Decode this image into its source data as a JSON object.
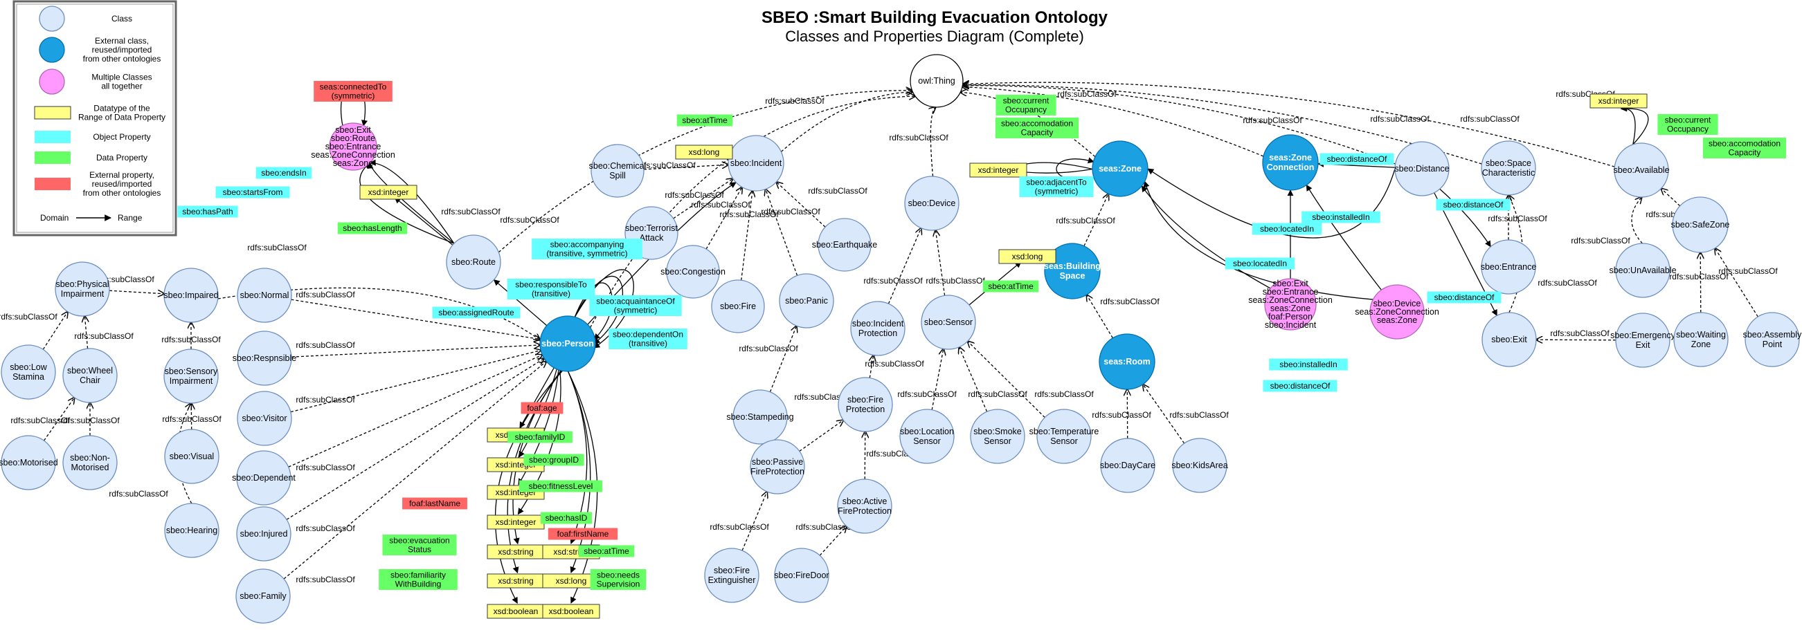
{
  "title": "SBEO :Smart Building Evacuation Ontology",
  "subtitle": "Classes and Properties Diagram (Complete)",
  "colors": {
    "class_fill": "#dae8fc",
    "class_stroke": "#6c8ebf",
    "external_fill": "#1ba1e2",
    "external_stroke": "#006eaf",
    "multi_fill": "#ff99ff",
    "multi_stroke": "#b266b2",
    "datatype_fill": "#ffff88",
    "object_prop_fill": "#66ffff",
    "data_prop_fill": "#66ff66",
    "external_prop_fill": "#ff6666"
  },
  "legend": {
    "items": [
      {
        "kind": "class",
        "text": "Class"
      },
      {
        "kind": "external",
        "text": "External class,\nreused/imported\nfrom other ontologies"
      },
      {
        "kind": "multi",
        "text": "Multiple Classes\nall together"
      },
      {
        "kind": "datatype",
        "text": "Datatype of the\nRange of Data Property"
      },
      {
        "kind": "object",
        "text": "Object Property"
      },
      {
        "kind": "data",
        "text": "Data Property"
      },
      {
        "kind": "extprop",
        "text": "External property,\nreused/imported\nfrom other ontologies"
      }
    ],
    "domain": "Domain",
    "range": "Range"
  },
  "nodes": [
    {
      "id": "owl_thing",
      "label": "owl:Thing",
      "kind": "white"
    },
    {
      "id": "exit_route",
      "label": "sbeo:Exit\nsbeo:Route\nsbeo:Entrance\nseas:ZoneConnection\nseas:Zone",
      "kind": "multi"
    },
    {
      "id": "route",
      "label": "sbeo:Route",
      "kind": "class"
    },
    {
      "id": "person",
      "label": "sbeo:Person",
      "kind": "external"
    },
    {
      "id": "chemical_spill",
      "label": "sbeo:Chemical\nSpill",
      "kind": "class"
    },
    {
      "id": "terrorist",
      "label": "sbeo:Terrorist\nAttack",
      "kind": "class"
    },
    {
      "id": "congestion",
      "label": "sbeo:Congestion",
      "kind": "class"
    },
    {
      "id": "incident",
      "label": "sbeo:Incident",
      "kind": "class"
    },
    {
      "id": "fire",
      "label": "sbeo:Fire",
      "kind": "class"
    },
    {
      "id": "panic",
      "label": "sbeo:Panic",
      "kind": "class"
    },
    {
      "id": "earthquake",
      "label": "sbeo:Earthquake",
      "kind": "class"
    },
    {
      "id": "stampeding",
      "label": "sbeo:Stampeding",
      "kind": "class"
    },
    {
      "id": "device",
      "label": "sbeo:Device",
      "kind": "class"
    },
    {
      "id": "incident_prot",
      "label": "sbeo:Incident\nProtection",
      "kind": "class"
    },
    {
      "id": "sensor",
      "label": "sbeo:Sensor",
      "kind": "class"
    },
    {
      "id": "fire_prot",
      "label": "sbeo:Fire\nProtection",
      "kind": "class"
    },
    {
      "id": "passive_fp",
      "label": "sbeo:Passive\nFireProtection",
      "kind": "class"
    },
    {
      "id": "active_fp",
      "label": "sbeo:Active\nFireProtection",
      "kind": "class"
    },
    {
      "id": "fire_ext",
      "label": "sbeo:Fire\nExtinguisher",
      "kind": "class"
    },
    {
      "id": "firedoor",
      "label": "sbeo:FireDoor",
      "kind": "class"
    },
    {
      "id": "loc_sensor",
      "label": "sbeo:Location\nSensor",
      "kind": "class"
    },
    {
      "id": "smoke_sensor",
      "label": "sbeo:Smoke\nSensor",
      "kind": "class"
    },
    {
      "id": "temp_sensor",
      "label": "sbeo:Temperature\nSensor",
      "kind": "class"
    },
    {
      "id": "zone",
      "label": "seas:Zone",
      "kind": "external"
    },
    {
      "id": "bspace",
      "label": "seas:Building\nSpace",
      "kind": "external"
    },
    {
      "id": "room",
      "label": "seas:Room",
      "kind": "external"
    },
    {
      "id": "daycare",
      "label": "sbeo:DayCare",
      "kind": "class"
    },
    {
      "id": "kidsarea",
      "label": "sbeo:KidsArea",
      "kind": "class"
    },
    {
      "id": "zoneconn",
      "label": "seas:Zone\nConnection",
      "kind": "external"
    },
    {
      "id": "multi_exit2",
      "label": "sbeo:Exit\nsbeo:Entrance\nseas:ZoneConnection\nseas:Zone\nfoaf:Person\nsbeo:Incident",
      "kind": "multi"
    },
    {
      "id": "multi_device",
      "label": "sbeo:Device\nseas:ZoneConnection\nseas:Zone",
      "kind": "multi"
    },
    {
      "id": "distance",
      "label": "sbeo:Distance",
      "kind": "class"
    },
    {
      "id": "space_char",
      "label": "sbeo:Space\nCharacteristic",
      "kind": "class"
    },
    {
      "id": "entrance",
      "label": "sbeo:Entrance",
      "kind": "class"
    },
    {
      "id": "exit",
      "label": "sbeo:Exit",
      "kind": "class"
    },
    {
      "id": "available",
      "label": "sbeo:Available",
      "kind": "class"
    },
    {
      "id": "unavailable",
      "label": "sbeo:UnAvailable",
      "kind": "class"
    },
    {
      "id": "safezone",
      "label": "sbeo:SafeZone",
      "kind": "class"
    },
    {
      "id": "emergency_exit",
      "label": "sbeo:Emergency\nExit",
      "kind": "class"
    },
    {
      "id": "waiting_zone",
      "label": "sbeo:Waiting\nZone",
      "kind": "class"
    },
    {
      "id": "assembly",
      "label": "sbeo:Assembly\nPoint",
      "kind": "class"
    },
    {
      "id": "phys_imp",
      "label": "sbeo:Physical\nImpairment",
      "kind": "class"
    },
    {
      "id": "impaired",
      "label": "sbeo:Impaired",
      "kind": "class"
    },
    {
      "id": "normal",
      "label": "sbeo:Normal",
      "kind": "class"
    },
    {
      "id": "low_stamina",
      "label": "sbeo:Low\nStamina",
      "kind": "class"
    },
    {
      "id": "wheelchair",
      "label": "sbeo:Wheel\nChair",
      "kind": "class"
    },
    {
      "id": "sensory_imp",
      "label": "sbeo:Sensory\nImpairment",
      "kind": "class"
    },
    {
      "id": "responsible",
      "label": "sbeo:Respnsible",
      "kind": "class"
    },
    {
      "id": "motorised",
      "label": "sbeo:Motorised",
      "kind": "class"
    },
    {
      "id": "nonmotorised",
      "label": "sbeo:Non-\nMotorised",
      "kind": "class"
    },
    {
      "id": "visual",
      "label": "sbeo:Visual",
      "kind": "class"
    },
    {
      "id": "visitor",
      "label": "sbeo:Visitor",
      "kind": "class"
    },
    {
      "id": "dependent",
      "label": "sbeo:Dependent",
      "kind": "class"
    },
    {
      "id": "hearing",
      "label": "sbeo:Hearing",
      "kind": "class"
    },
    {
      "id": "injured",
      "label": "sbeo:Injured",
      "kind": "class"
    },
    {
      "id": "family",
      "label": "sbeo:Family",
      "kind": "class"
    }
  ],
  "datatypes": [
    {
      "id": "dt_long1",
      "label": "xsd:long"
    },
    {
      "id": "dt_int_route",
      "label": "xsd:integer"
    },
    {
      "id": "dt_int_zone",
      "label": "xsd:integer"
    },
    {
      "id": "dt_long_sensor",
      "label": "xsd:long"
    },
    {
      "id": "dt_int_avail",
      "label": "xsd:integer"
    },
    {
      "id": "dt_int_age",
      "label": "xsd:integer"
    },
    {
      "id": "dt_int_family",
      "label": "xsd:integer"
    },
    {
      "id": "dt_int_group",
      "label": "xsd:integer"
    },
    {
      "id": "dt_int_has",
      "label": "xsd:integer"
    },
    {
      "id": "dt_str_last",
      "label": "xsd:string"
    },
    {
      "id": "dt_str_first",
      "label": "xsd:string"
    },
    {
      "id": "dt_str_evac",
      "label": "xsd:string"
    },
    {
      "id": "dt_long_time",
      "label": "xsd:long"
    },
    {
      "id": "dt_bool_fam",
      "label": "xsd:boolean"
    },
    {
      "id": "dt_bool_needs",
      "label": "xsd:boolean"
    }
  ],
  "properties": [
    {
      "id": "p_connectedTo",
      "kind": "extprop",
      "label": "seas:connectedTo\n(symmetric)"
    },
    {
      "id": "p_endsIn",
      "kind": "object",
      "label": "sbeo:endsIn"
    },
    {
      "id": "p_startsFrom",
      "kind": "object",
      "label": "sbeo:startsFrom"
    },
    {
      "id": "p_hasPath",
      "kind": "object",
      "label": "sbeo:hasPath"
    },
    {
      "id": "p_hasLength",
      "kind": "data",
      "label": "sbeo:hasLength"
    },
    {
      "id": "p_assignedRoute",
      "kind": "object",
      "label": "sbeo:assignedRoute"
    },
    {
      "id": "p_accompanying",
      "kind": "object",
      "label": "sbeo:accompanying\n(transitive, symmetric)"
    },
    {
      "id": "p_responsibleTo",
      "kind": "object",
      "label": "sbeo:responsibleTo\n(transitive)"
    },
    {
      "id": "p_acquaintance",
      "kind": "object",
      "label": "sbeo:acquaintanceOf\n(symmetric)"
    },
    {
      "id": "p_dependentOn",
      "kind": "object",
      "label": "sbeo:dependentOn\n(transitive)"
    },
    {
      "id": "p_atTime1",
      "kind": "data",
      "label": "sbeo:atTime"
    },
    {
      "id": "p_current1",
      "kind": "data",
      "label": "sbeo:current\nOccupancy"
    },
    {
      "id": "p_accom1",
      "kind": "data",
      "label": "sbeo:accomodation\nCapacity"
    },
    {
      "id": "p_adjacentTo",
      "kind": "object",
      "label": "sbeo:adjacentTo\n(symmetric)"
    },
    {
      "id": "p_atTime_sensor",
      "kind": "data",
      "label": "sbeo:atTime"
    },
    {
      "id": "p_distanceOf1",
      "kind": "object",
      "label": "sbeo:distanceOf"
    },
    {
      "id": "p_installedIn1",
      "kind": "object",
      "label": "sbeo:installedIn"
    },
    {
      "id": "p_locatedIn1",
      "kind": "object",
      "label": "sbeo:locatedIn"
    },
    {
      "id": "p_locatedIn2",
      "kind": "object",
      "label": "sbeo:locatedIn"
    },
    {
      "id": "p_installedIn2",
      "kind": "object",
      "label": "sbeo:installedIn"
    },
    {
      "id": "p_distanceOf2",
      "kind": "object",
      "label": "sbeo:distanceOf"
    },
    {
      "id": "p_distanceOf3",
      "kind": "object",
      "label": "sbeo:distanceOf"
    },
    {
      "id": "p_distanceOf4",
      "kind": "object",
      "label": "sbeo:distanceOf"
    },
    {
      "id": "p_current2",
      "kind": "data",
      "label": "sbeo:current\nOccupancy"
    },
    {
      "id": "p_accom2",
      "kind": "data",
      "label": "sbeo:accomodation\nCapacity"
    },
    {
      "id": "p_age",
      "kind": "extprop",
      "label": "foaf:age"
    },
    {
      "id": "p_familyID",
      "kind": "data",
      "label": "sbeo:familyID"
    },
    {
      "id": "p_groupID",
      "kind": "data",
      "label": "sbeo:groupID"
    },
    {
      "id": "p_fitness",
      "kind": "data",
      "label": "sbeo:fitnessLevel"
    },
    {
      "id": "p_hasID",
      "kind": "data",
      "label": "sbeo:hasID"
    },
    {
      "id": "p_lastName",
      "kind": "extprop",
      "label": "foaf:lastName"
    },
    {
      "id": "p_firstName",
      "kind": "extprop",
      "label": "foaf:firstName"
    },
    {
      "id": "p_evac",
      "kind": "data",
      "label": "sbeo:evacuation\nStatus"
    },
    {
      "id": "p_atTime_person",
      "kind": "data",
      "label": "sbeo:atTime"
    },
    {
      "id": "p_familiarity",
      "kind": "data",
      "label": "sbeo:familiarity\nWithBuilding"
    },
    {
      "id": "p_needs",
      "kind": "data",
      "label": "sbeo:needs\nSupervision"
    }
  ],
  "subclass_label": "rdfs:subClassOf"
}
